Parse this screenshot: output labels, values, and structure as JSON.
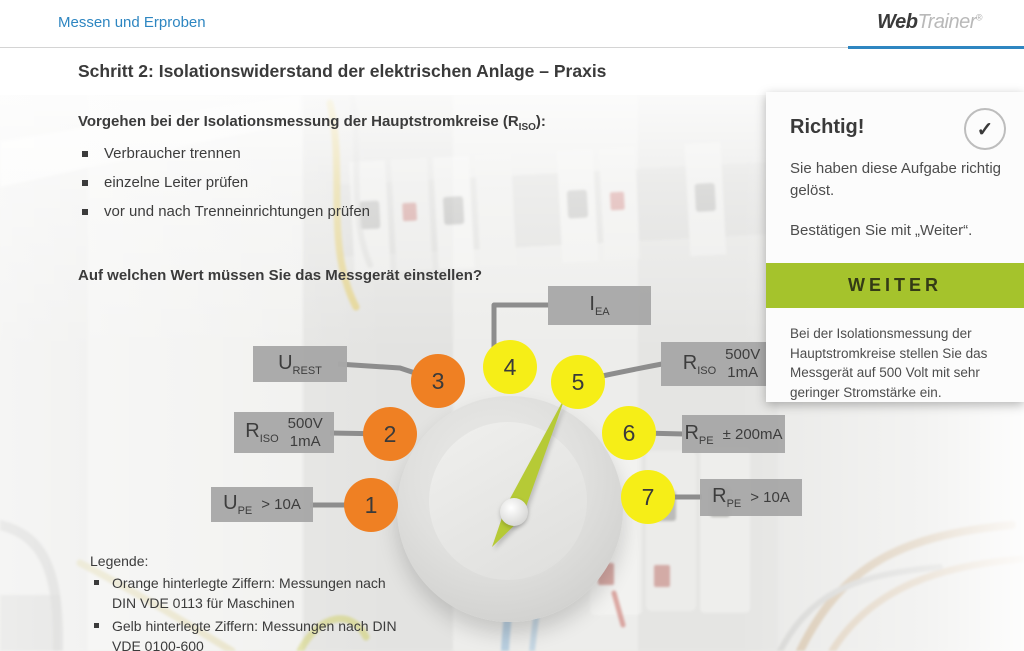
{
  "header": {
    "breadcrumb": "Messen und Erproben",
    "logo": {
      "part1": "Web",
      "part2": "Trainer",
      "reg": "®"
    }
  },
  "title": "Schritt 2: Isolationswiderstand der elektrischen Anlage – Praxis",
  "intro": {
    "heading_pre": "Vorgehen bei der Isolationsmessung der Hauptstromkreise (R",
    "heading_sub": "ISO",
    "heading_post": "):",
    "bullets": [
      "Verbraucher trennen",
      "einzelne Leiter prüfen",
      "vor und nach Trenneinrichtungen prüfen"
    ]
  },
  "question": "Auf welchen Wert müssen Sie das Messgerät einstellen?",
  "options": [
    {
      "number": "1",
      "color": "orange",
      "sym": "U",
      "sub": "PE",
      "val1": "> 10A",
      "val2": ""
    },
    {
      "number": "2",
      "color": "orange",
      "sym": "R",
      "sub": "ISO",
      "val1": "500V",
      "val2": "1mA"
    },
    {
      "number": "3",
      "color": "orange",
      "sym": "U",
      "sub": "REST",
      "val1": "",
      "val2": ""
    },
    {
      "number": "4",
      "color": "yellow",
      "sym": "I",
      "sub": "EA",
      "val1": "",
      "val2": ""
    },
    {
      "number": "5",
      "color": "yellow",
      "sym": "R",
      "sub": "ISO",
      "val1": "500V",
      "val2": "1mA"
    },
    {
      "number": "6",
      "color": "yellow",
      "sym": "R",
      "sub": "PE",
      "val1": "± 200mA",
      "val2": ""
    },
    {
      "number": "7",
      "color": "yellow",
      "sym": "R",
      "sub": "PE",
      "val1": "> 10A",
      "val2": ""
    }
  ],
  "feedback": {
    "title": "Richtig!",
    "check_icon": "✓",
    "line1": "Sie haben diese Aufgabe richtig gelöst.",
    "line2": "Bestätigen Sie mit „Weiter“.",
    "button": "WEITER",
    "explanation": "Bei der Isolationsmessung der Hauptstromkreise stellen Sie das Messgerät auf 500 Volt mit sehr geringer Stromstärke ein."
  },
  "legend": {
    "heading": "Legende:",
    "items": [
      "Orange hinterlegte Ziffern: Messungen nach DIN VDE 0113 für Maschinen",
      "Gelb hinterlegte Ziffern: Messungen nach DIN VDE 0100-600"
    ]
  },
  "colors": {
    "accent_blue": "#2e86c1",
    "orange": "#ef8023",
    "yellow": "#f6ee17",
    "button_green": "#a5c32c",
    "needle_green": "#b6ca36",
    "label_gray": "#a9a9a9"
  }
}
